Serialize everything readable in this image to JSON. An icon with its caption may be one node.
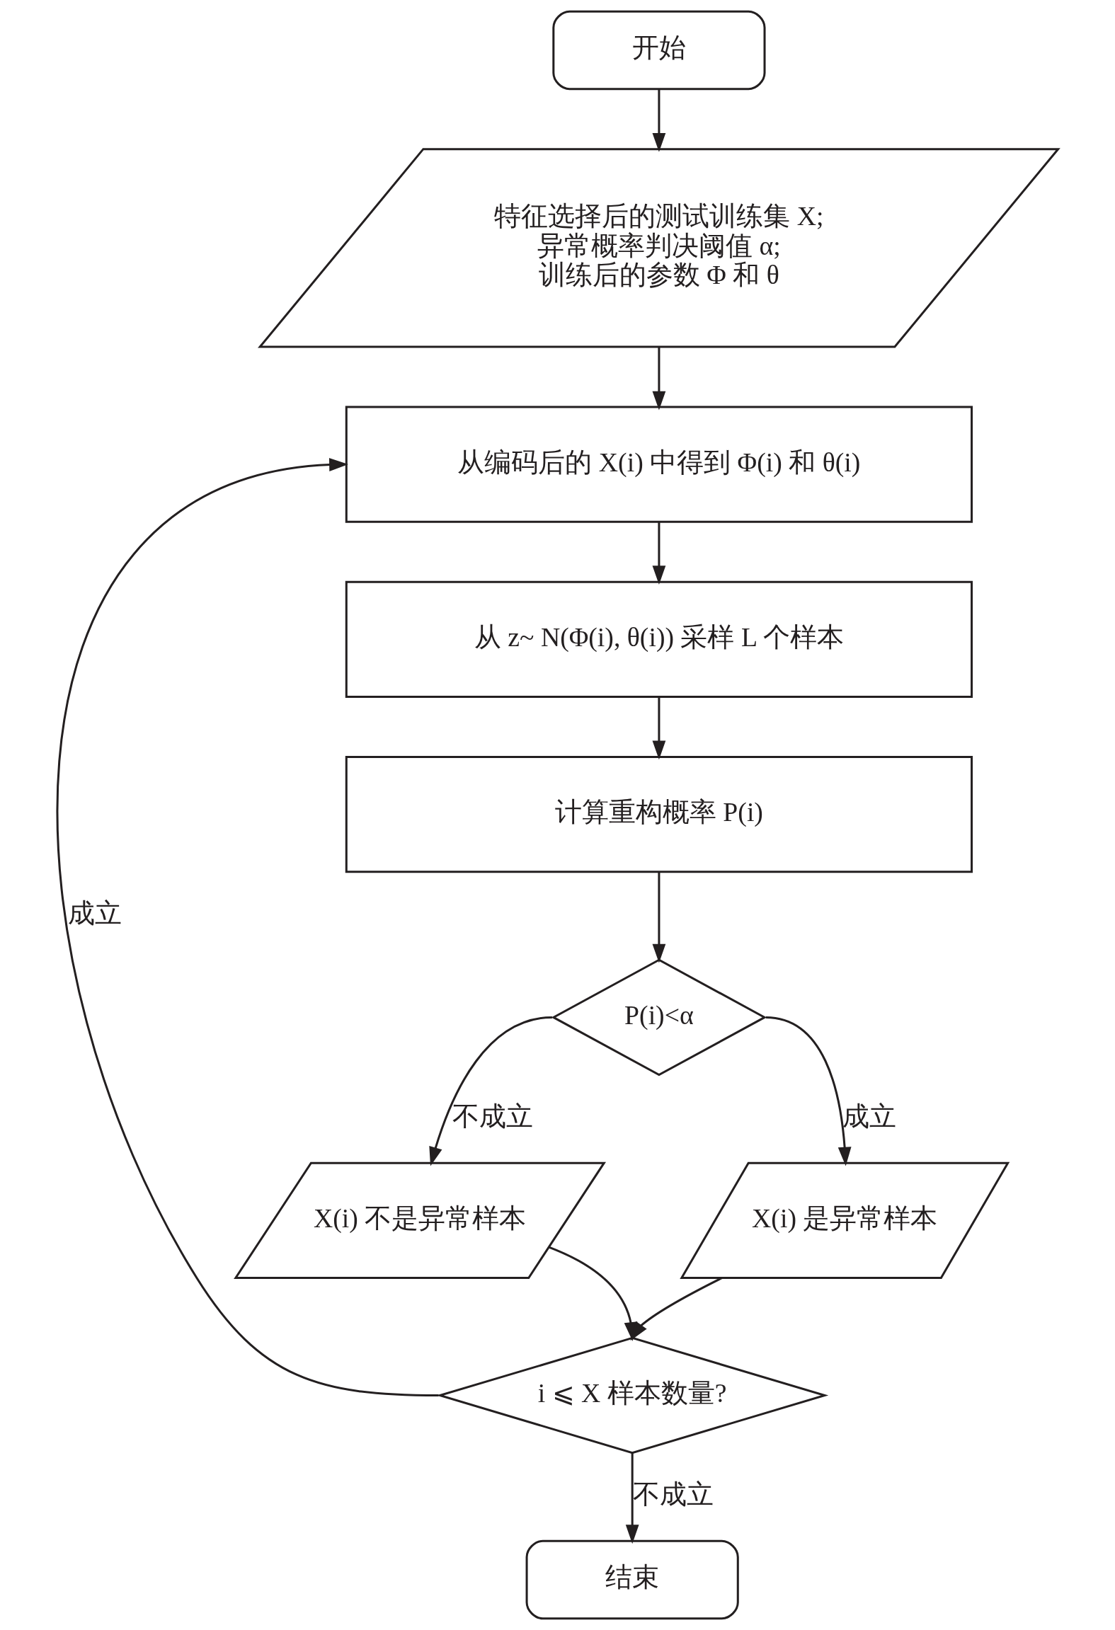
{
  "diagram": {
    "nodes": [
      {
        "text": [
          "开始"
        ]
      },
      {
        "text": [
          "特征选择后的测试训练集 X;",
          "异常概率判决阈值 α;",
          "训练后的参数 Φ 和 θ"
        ]
      },
      {
        "text": [
          "从编码后的 X(i) 中得到 Φ(i) 和 θ(i)"
        ]
      },
      {
        "text": [
          "从 z~ N(Φ(i), θ(i)) 采样 L 个样本"
        ]
      },
      {
        "text": [
          "计算重构概率 P(i)"
        ]
      },
      {
        "text": [
          "P(i)<α"
        ]
      },
      {
        "text": [
          "X(i) 不是异常样本"
        ]
      },
      {
        "text": [
          "X(i) 是异常样本"
        ]
      },
      {
        "text": [
          "i ⩽ X 样本数量?"
        ]
      },
      {
        "text": [
          "结束"
        ]
      }
    ],
    "edges": [
      {
        "from": 0,
        "to": 1,
        "arrow": "to"
      },
      {
        "from": 1,
        "to": 2,
        "arrow": "to"
      },
      {
        "from": 2,
        "to": 3,
        "arrow": "to"
      },
      {
        "from": 3,
        "to": 4,
        "arrow": "to"
      },
      {
        "from": 4,
        "to": 5,
        "arrow": "to"
      },
      {
        "from": 5,
        "to": 6,
        "label": "不成立",
        "arrow": "to"
      },
      {
        "from": 5,
        "to": 7,
        "label": "成立",
        "arrow": "to"
      },
      {
        "from": 6,
        "to": 8,
        "arrow": "to"
      },
      {
        "from": 7,
        "to": 8,
        "arrow": "to"
      },
      {
        "from": 8,
        "to": 2,
        "label": "成立",
        "arrow": "to"
      },
      {
        "from": 8,
        "to": 9,
        "label": "不成立",
        "arrow": "to"
      }
    ]
  }
}
